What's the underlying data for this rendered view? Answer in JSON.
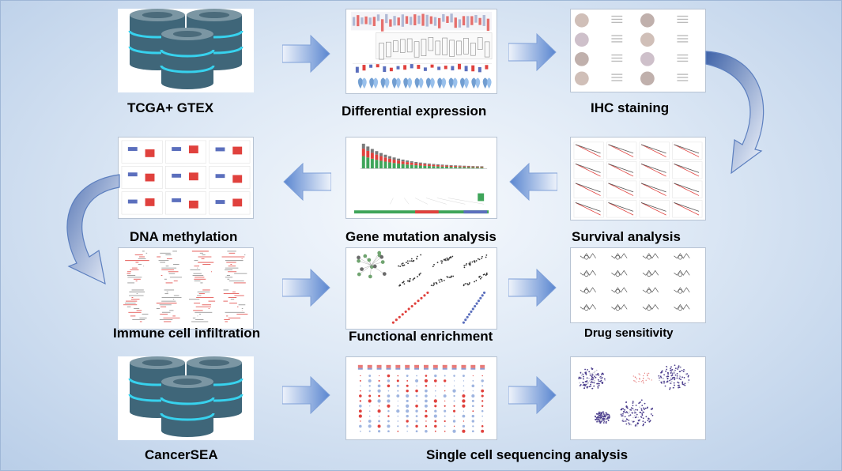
{
  "nodes": {
    "tcga_gtex": "TCGA+ GTEX",
    "differential_expression": "Differential expression",
    "ihc_staining": "IHC staining",
    "dna_methylation": "DNA methylation",
    "gene_mutation": "Gene mutation analysis",
    "survival": "Survival analysis",
    "immune_infiltration": "Immune cell infiltration",
    "functional_enrichment": "Functional enrichment",
    "drug_sensitivity": "Drug sensitivity",
    "cancersea": "CancerSEA",
    "single_cell": "Single cell sequencing analysis"
  },
  "colors": {
    "db_body": "#3f6679",
    "db_top": "#7b96a3",
    "db_ring": "#37d2ee",
    "arrow_fill": "#6a92d4",
    "curve_fill": "#9ab2df",
    "red_bar": "#e0413d",
    "blue_bar": "#5b6fbd",
    "green_bar": "#3fa55a"
  }
}
